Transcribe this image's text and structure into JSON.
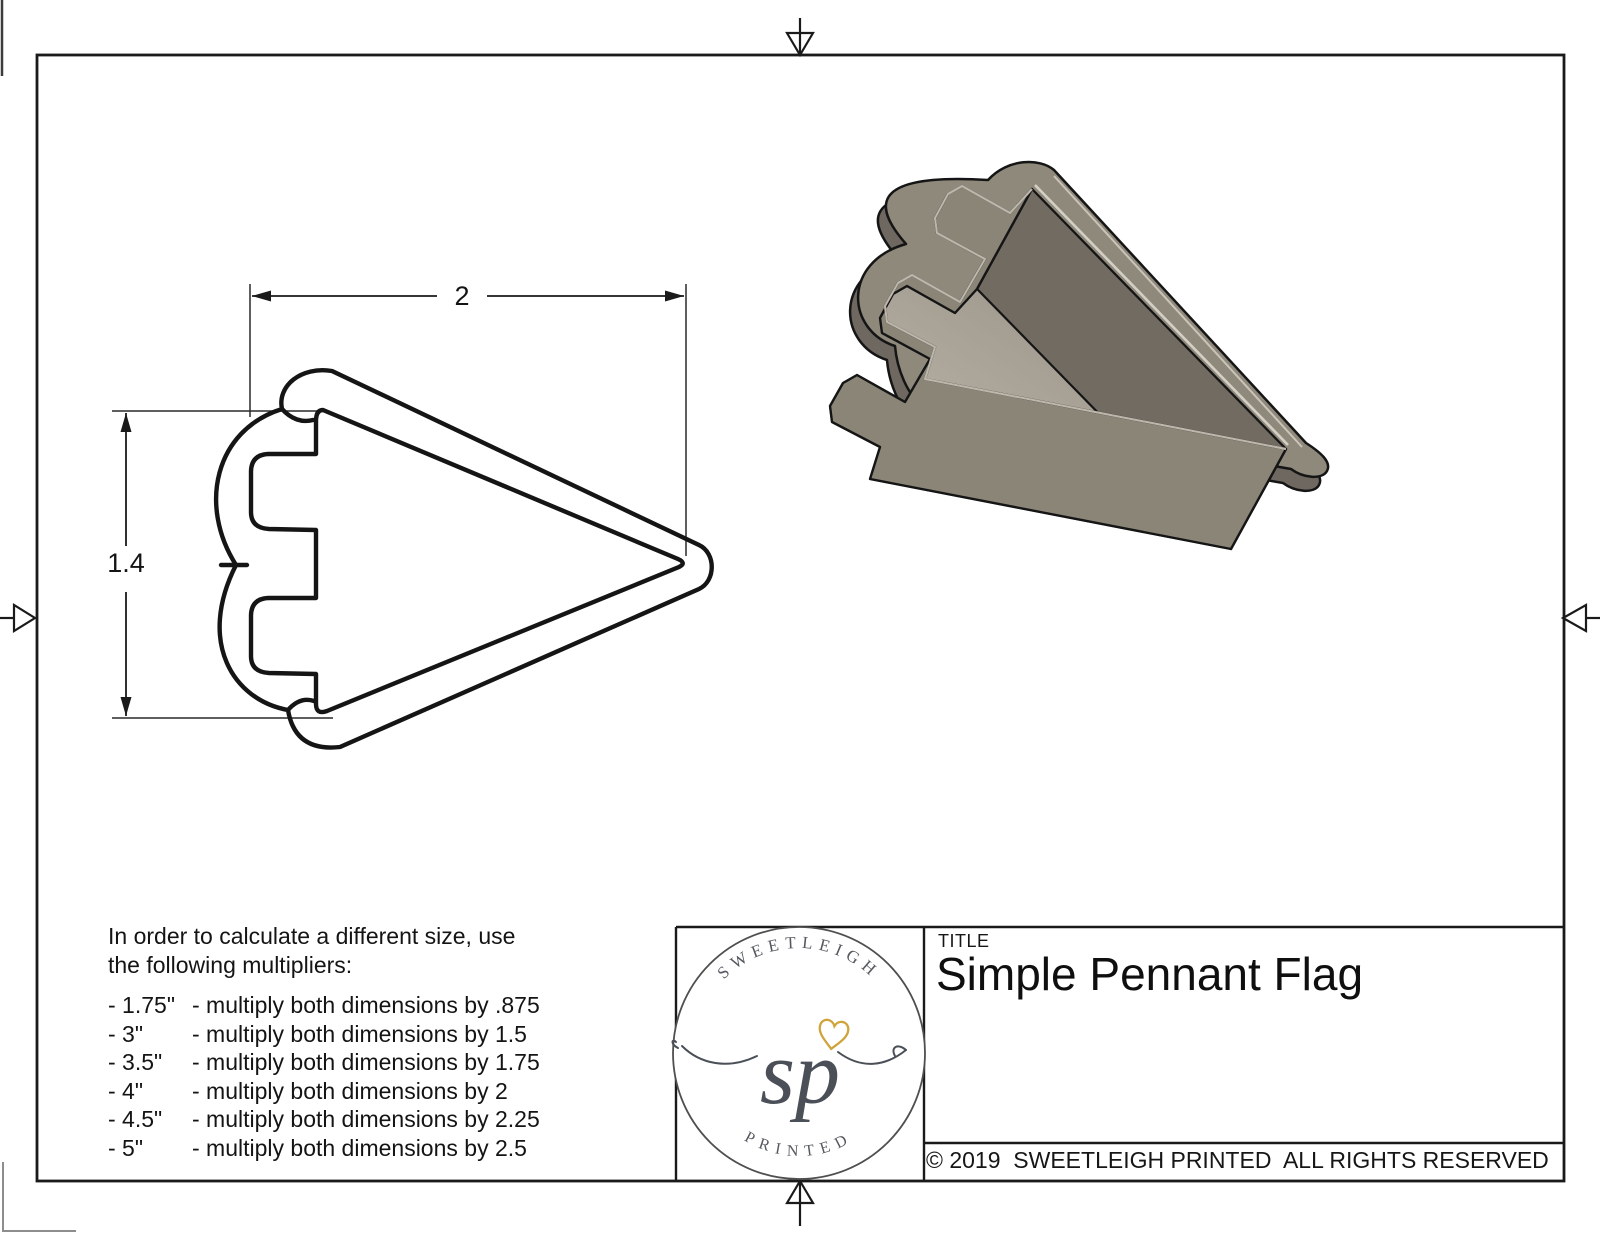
{
  "drawing": {
    "width_label": "2",
    "height_label": "1.4"
  },
  "multipliers": {
    "intro_line1": "In order to calculate a different size, use",
    "intro_line2": "the following multipliers:",
    "rows": [
      {
        "size": "- 1.75\"",
        "rule": "- multiply both dimensions by .875"
      },
      {
        "size": "- 3\"",
        "rule": "- multiply both dimensions by 1.5"
      },
      {
        "size": "- 3.5\"",
        "rule": "- multiply both dimensions by 1.75"
      },
      {
        "size": "- 4\"",
        "rule": "- multiply both dimensions by 2"
      },
      {
        "size": "- 4.5\"",
        "rule": "- multiply both dimensions by 2.25"
      },
      {
        "size": "- 5\"",
        "rule": "- multiply both dimensions by 2.5"
      }
    ]
  },
  "title_block": {
    "label": "TITLE",
    "title": "Simple Pennant Flag",
    "copyright": "© 2019  SWEETLEIGH PRINTED  ALL RIGHTS RESERVED"
  },
  "logo": {
    "top_text": "SWEETLEIGH",
    "bottom_text": "PRINTED",
    "monogram": "sp",
    "heart_icon": "heart-outline"
  },
  "colors": {
    "line": "#1a1a1a",
    "render_body": "#8f897c",
    "render_wall": "#8b8578",
    "render_dark": "#6e6860",
    "render_inner": "#716b62",
    "render_light": "#c2bcb1",
    "logo_gray": "#4b5058",
    "heart_gold": "#cfa43b"
  }
}
